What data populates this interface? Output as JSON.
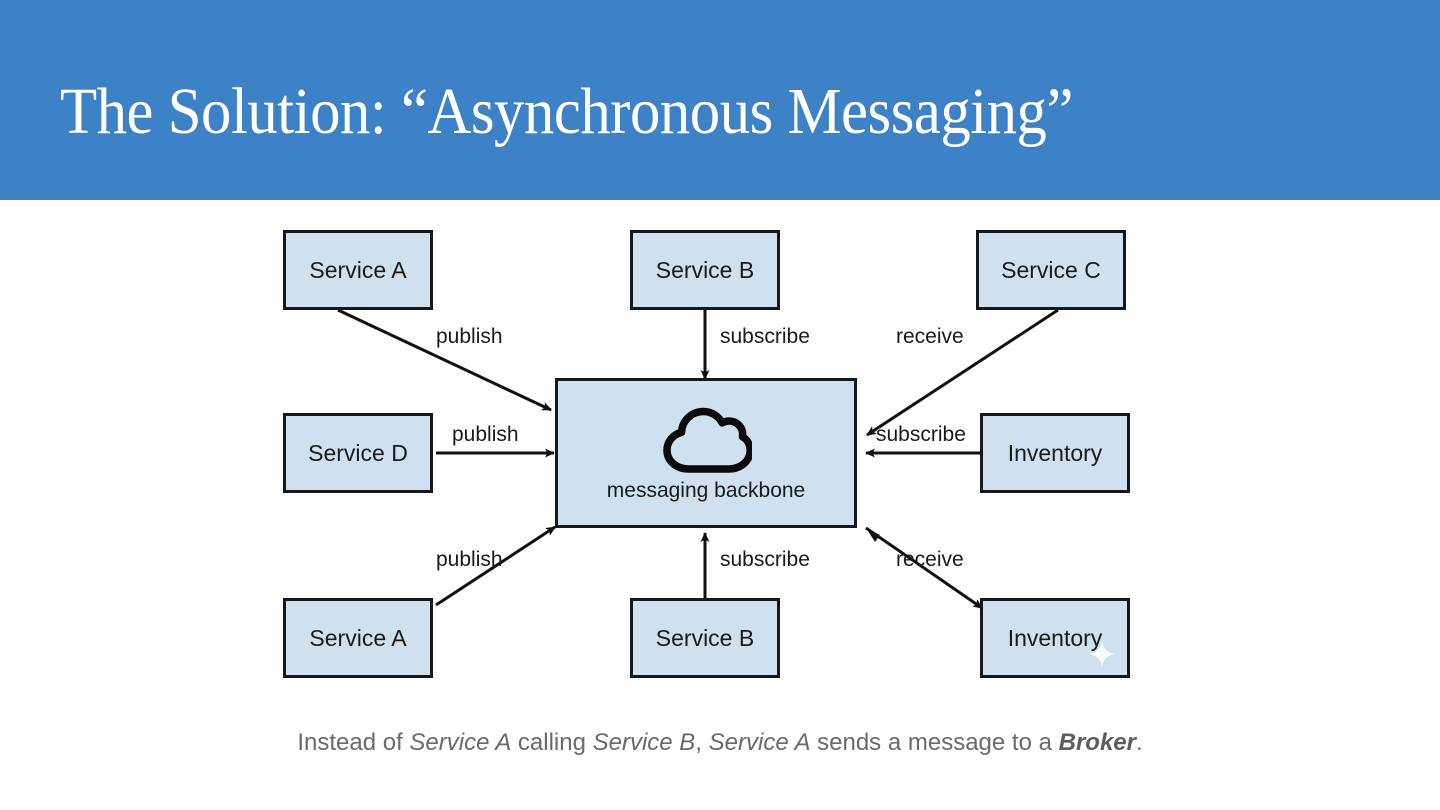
{
  "header": {
    "title": "The Solution: “Asynchronous Messaging”",
    "background_color": "#3d81c6",
    "title_color": "#ffffff"
  },
  "diagram": {
    "hub": {
      "label": "messaging backbone",
      "icon": "cloud-icon"
    },
    "node_fill_color": "#cfe0ef",
    "node_border_color": "#17181c",
    "nodes": [
      {
        "id": "service-a-top",
        "label": "Service A"
      },
      {
        "id": "service-b-top",
        "label": "Service B"
      },
      {
        "id": "service-c-top",
        "label": "Service C"
      },
      {
        "id": "service-d-left",
        "label": "Service D"
      },
      {
        "id": "inventory-right",
        "label": "Inventory"
      },
      {
        "id": "service-a-bottom",
        "label": "Service A"
      },
      {
        "id": "service-b-bottom",
        "label": "Service B"
      },
      {
        "id": "inventory-bottom",
        "label": "Inventory"
      }
    ],
    "edges": [
      {
        "id": "edge-service-a-top",
        "label": "publish",
        "from": "service-a-top",
        "to": "hub"
      },
      {
        "id": "edge-service-b-top",
        "label": "subscribe",
        "from": "service-b-top",
        "to": "hub"
      },
      {
        "id": "edge-service-c-top",
        "label": "receive",
        "from": "service-c-top",
        "to": "hub"
      },
      {
        "id": "edge-service-d-left",
        "label": "publish",
        "from": "service-d-left",
        "to": "hub"
      },
      {
        "id": "edge-inventory-right",
        "label": "subscribe",
        "from": "inventory-right",
        "to": "hub"
      },
      {
        "id": "edge-service-a-bottom",
        "label": "publish",
        "from": "service-a-bottom",
        "to": "hub"
      },
      {
        "id": "edge-service-b-bottom",
        "label": "subscribe",
        "from": "service-b-bottom",
        "to": "hub"
      },
      {
        "id": "edge-inventory-bottom",
        "label": "receive",
        "from": "hub",
        "to": "inventory-bottom"
      }
    ]
  },
  "caption": {
    "part1": "Instead of ",
    "em1": "Service A",
    "part2": " calling ",
    "em2": "Service B",
    "part3": ", ",
    "em3": "Service A",
    "part4": " sends a message to a ",
    "strong": "Broker",
    "part5": "."
  }
}
